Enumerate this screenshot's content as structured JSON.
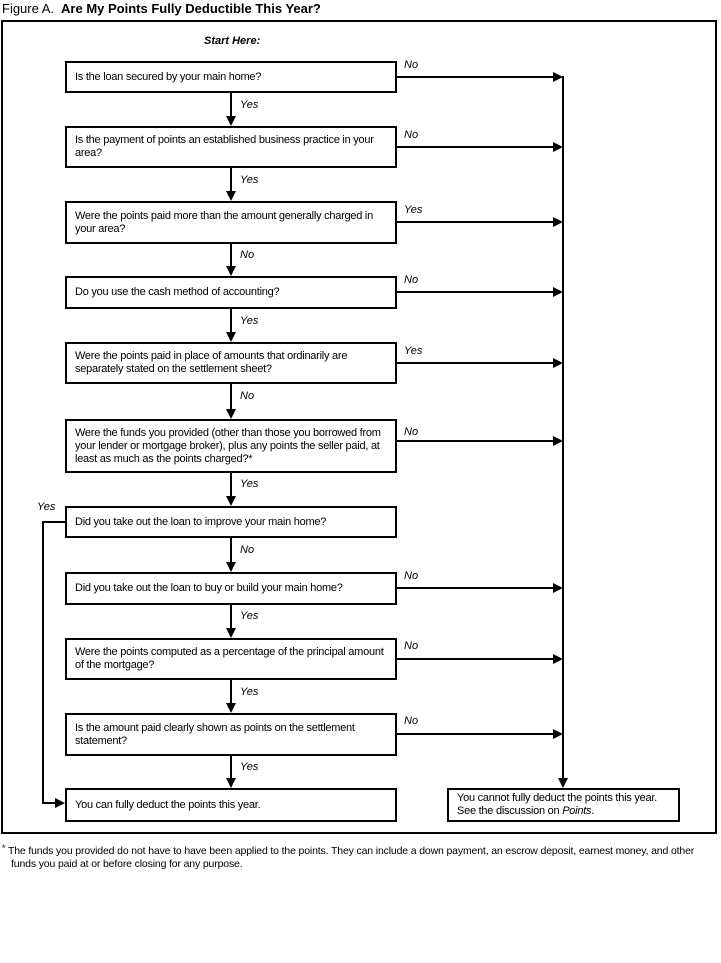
{
  "title": {
    "label": "Figure A.",
    "heading": "Are My Points Fully Deductible This Year?"
  },
  "start_here": "Start Here:",
  "questions": [
    {
      "text": "Is the loan secured by your main home?",
      "down_label": "Yes",
      "side_label": "No"
    },
    {
      "text": "Is the payment of points an established business practice in your area?",
      "down_label": "Yes",
      "side_label": "No"
    },
    {
      "text": "Were the points paid more than the amount generally charged in your area?",
      "down_label": "No",
      "side_label": "Yes"
    },
    {
      "text": "Do you use the cash method of accounting?",
      "down_label": "Yes",
      "side_label": "No"
    },
    {
      "text": "Were the points paid in place of amounts that ordinarily are separately stated on the settlement sheet?",
      "down_label": "No",
      "side_label": "Yes"
    },
    {
      "text": "Were the funds you provided (other than those you borrowed from your lender or mortgage broker), plus any points the seller paid, at least as much as the points charged?*",
      "down_label": "Yes",
      "side_label": "No"
    },
    {
      "text": "Did you take out the loan to improve your main home?",
      "down_label": "No",
      "side_label": "Yes"
    },
    {
      "text": "Did you take out the loan to buy or build your main home?",
      "down_label": "Yes",
      "side_label": "No"
    },
    {
      "text": "Were the points computed as a percentage of the principal amount of the mortgage?",
      "down_label": "Yes",
      "side_label": "No"
    },
    {
      "text": "Is the amount paid clearly shown as points on the settlement statement?",
      "down_label": "Yes",
      "side_label": "No"
    }
  ],
  "outcomes": {
    "deduct": "You can fully deduct the points this year.",
    "not_deduct_pre": "You cannot fully deduct the points this year. See the discussion on ",
    "not_deduct_term": "Points",
    "not_deduct_post": "."
  },
  "footnote": {
    "marker": "*",
    "text": "The funds you provided do not have to have been applied to the points. They can include a down payment, an escrow deposit, earnest money, and other funds you paid at or before closing for any purpose."
  }
}
